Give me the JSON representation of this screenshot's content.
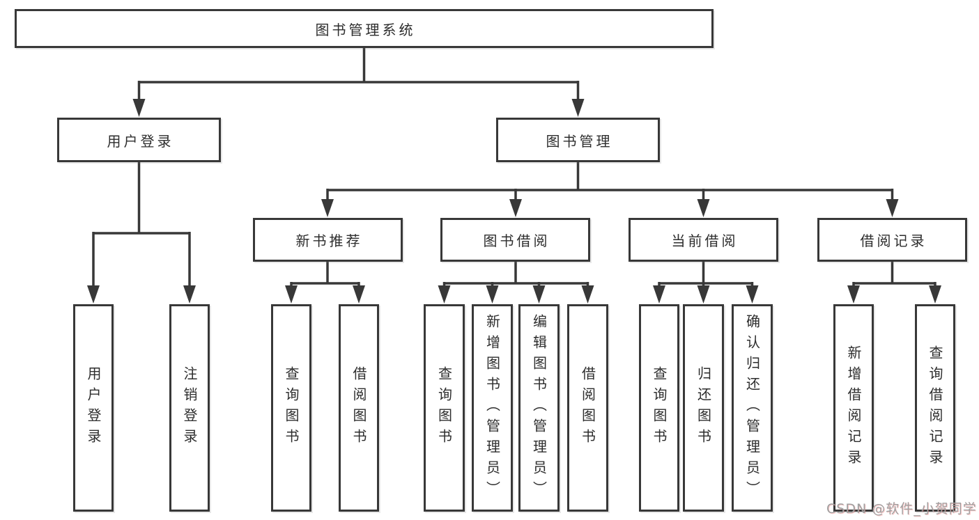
{
  "tree": {
    "root": {
      "label": "图书管理系统"
    },
    "branches": [
      {
        "label": "用户登录",
        "children": [
          {
            "label": "用户登录"
          },
          {
            "label": "注销登录"
          }
        ]
      },
      {
        "label": "图书管理",
        "children": [
          {
            "label": "新书推荐",
            "children": [
              {
                "label": "查询图书"
              },
              {
                "label": "借阅图书"
              }
            ]
          },
          {
            "label": "图书借阅",
            "children": [
              {
                "label": "查询图书"
              },
              {
                "label": "新增图书（管理员）"
              },
              {
                "label": "编辑图书（管理员）"
              },
              {
                "label": "借阅图书"
              }
            ]
          },
          {
            "label": "当前借阅",
            "children": [
              {
                "label": "查询图书"
              },
              {
                "label": "归还图书"
              },
              {
                "label": "确认归还（管理员）"
              }
            ]
          },
          {
            "label": "借阅记录",
            "children": [
              {
                "label": "新增借阅记录"
              },
              {
                "label": "查询借阅记录"
              }
            ]
          }
        ]
      }
    ]
  },
  "watermark": {
    "text": "CSDN @软件_小贺同学"
  },
  "colors": {
    "line": "#383838",
    "box_border": "#383838",
    "text": "#2d2d2d",
    "watermark": "#a0a0a0",
    "background": "#ffffff"
  }
}
